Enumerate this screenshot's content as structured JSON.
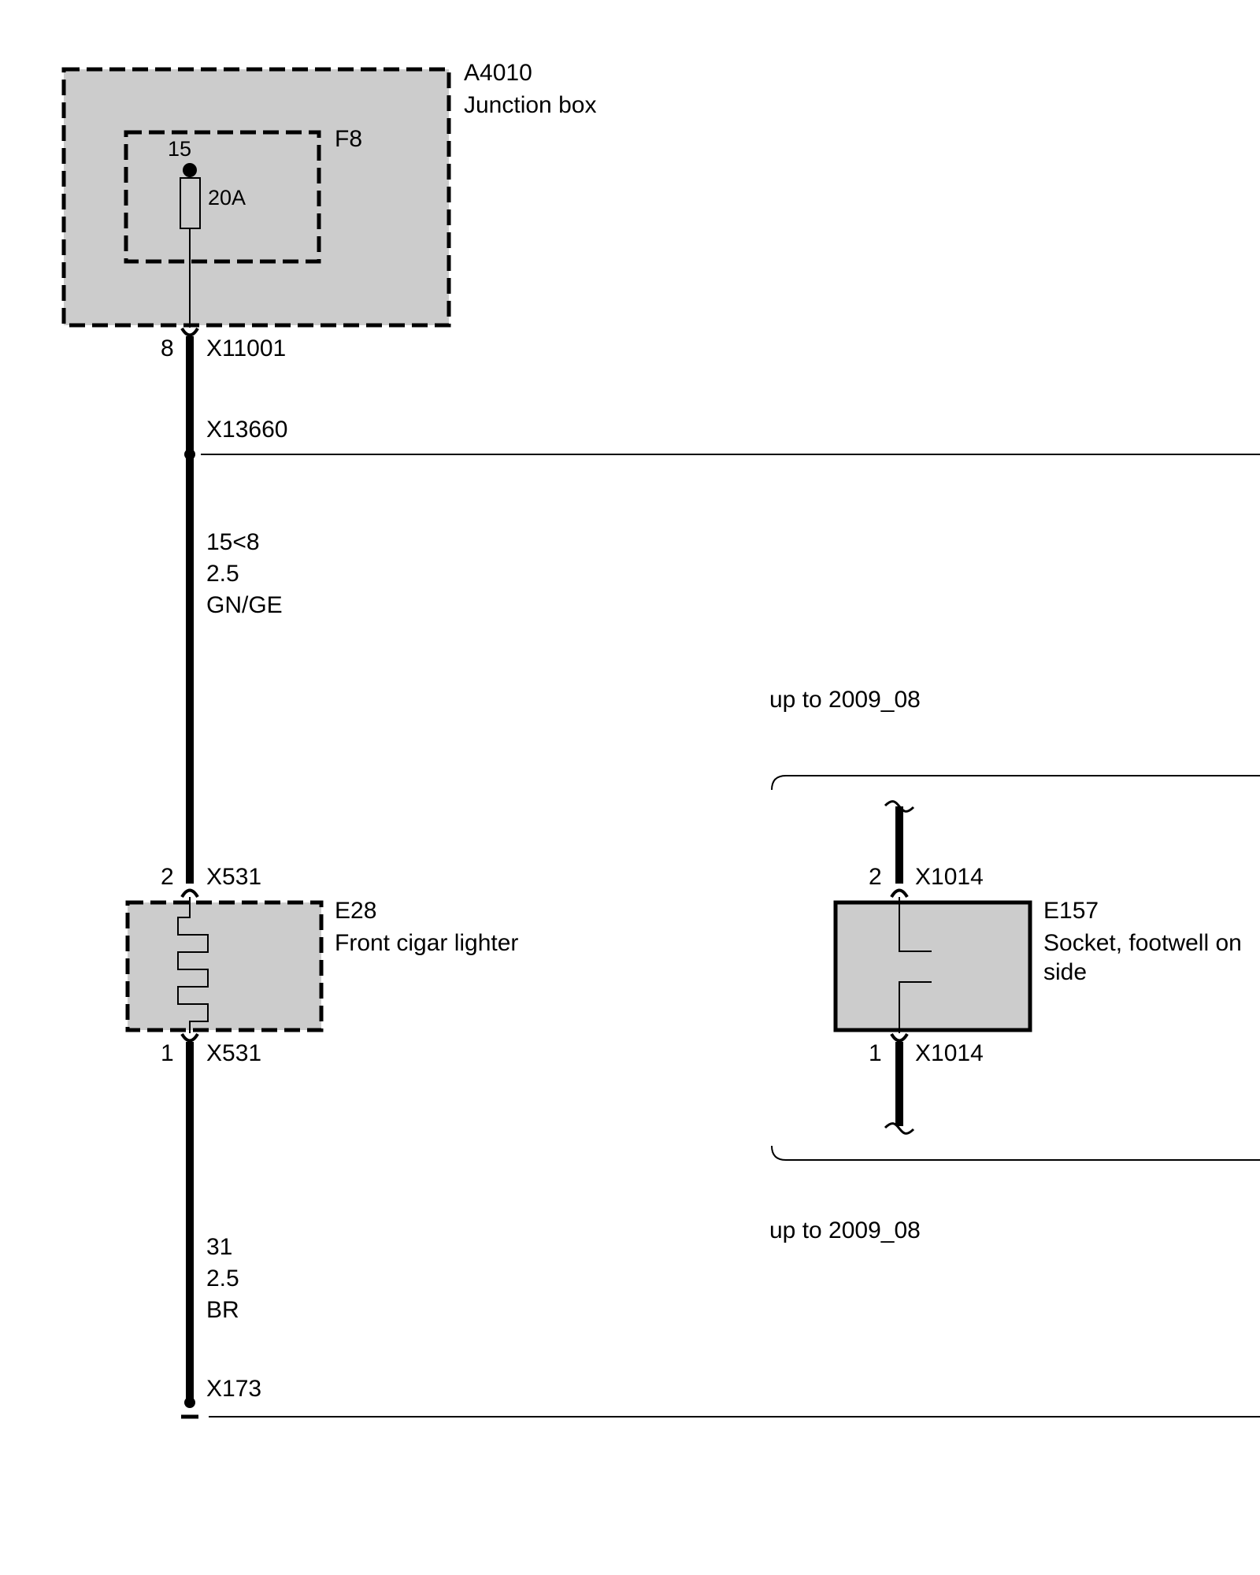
{
  "colors": {
    "line": "#000000",
    "box_fill": "#cccccc",
    "background": "#ffffff"
  },
  "junction_box": {
    "id": "A4010",
    "name": "Junction box",
    "fuse": {
      "id": "F8",
      "terminal": "15",
      "rating": "20A"
    }
  },
  "connectors": {
    "x11001": {
      "pin": "8",
      "id": "X11001"
    },
    "x13660": {
      "id": "X13660"
    },
    "x531_top": {
      "pin": "2",
      "id": "X531"
    },
    "x531_bottom": {
      "pin": "1",
      "id": "X531"
    },
    "x1014_top": {
      "pin": "2",
      "id": "X1014"
    },
    "x1014_bottom": {
      "pin": "1",
      "id": "X1014"
    },
    "x173": {
      "id": "X173"
    }
  },
  "wire_upper": {
    "circuit": "15<8",
    "size": "2.5",
    "color": "GN/GE"
  },
  "wire_lower": {
    "circuit": "31",
    "size": "2.5",
    "color": "BR"
  },
  "cigar_lighter": {
    "id": "E28",
    "name": "Front cigar lighter"
  },
  "socket": {
    "id": "E157",
    "name_line1": "Socket, footwell on",
    "name_line2": "side"
  },
  "variant_labels": {
    "top": "up to 2009_08",
    "bottom": "up to 2009_08"
  }
}
